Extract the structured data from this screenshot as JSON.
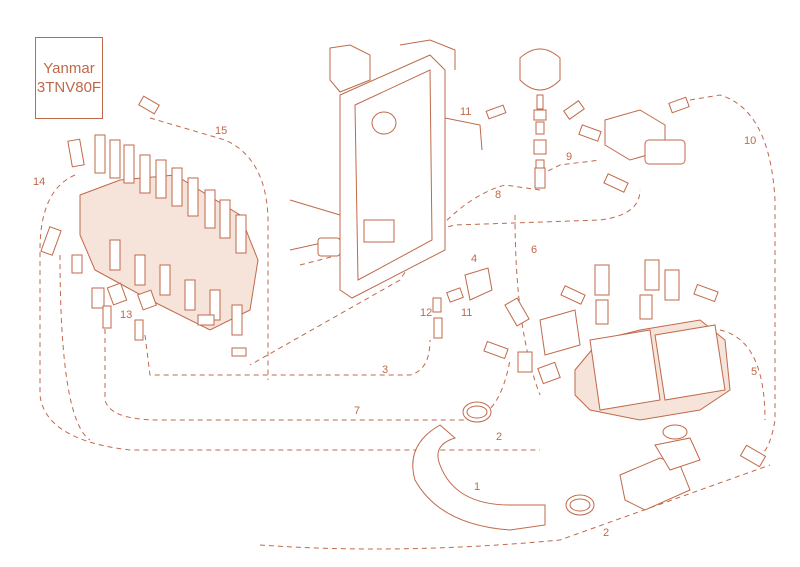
{
  "title_box": {
    "line1": "Yanmar",
    "line2": "3TNV80F"
  },
  "colors": {
    "line": "#c0694a",
    "fill": "#f6e3d9",
    "background": "#ffffff"
  },
  "callouts": [
    "15",
    "14",
    "13",
    "12",
    "11",
    "11",
    "10",
    "9",
    "8",
    "7",
    "6",
    "5",
    "4",
    "3",
    "2",
    "2",
    "1"
  ]
}
